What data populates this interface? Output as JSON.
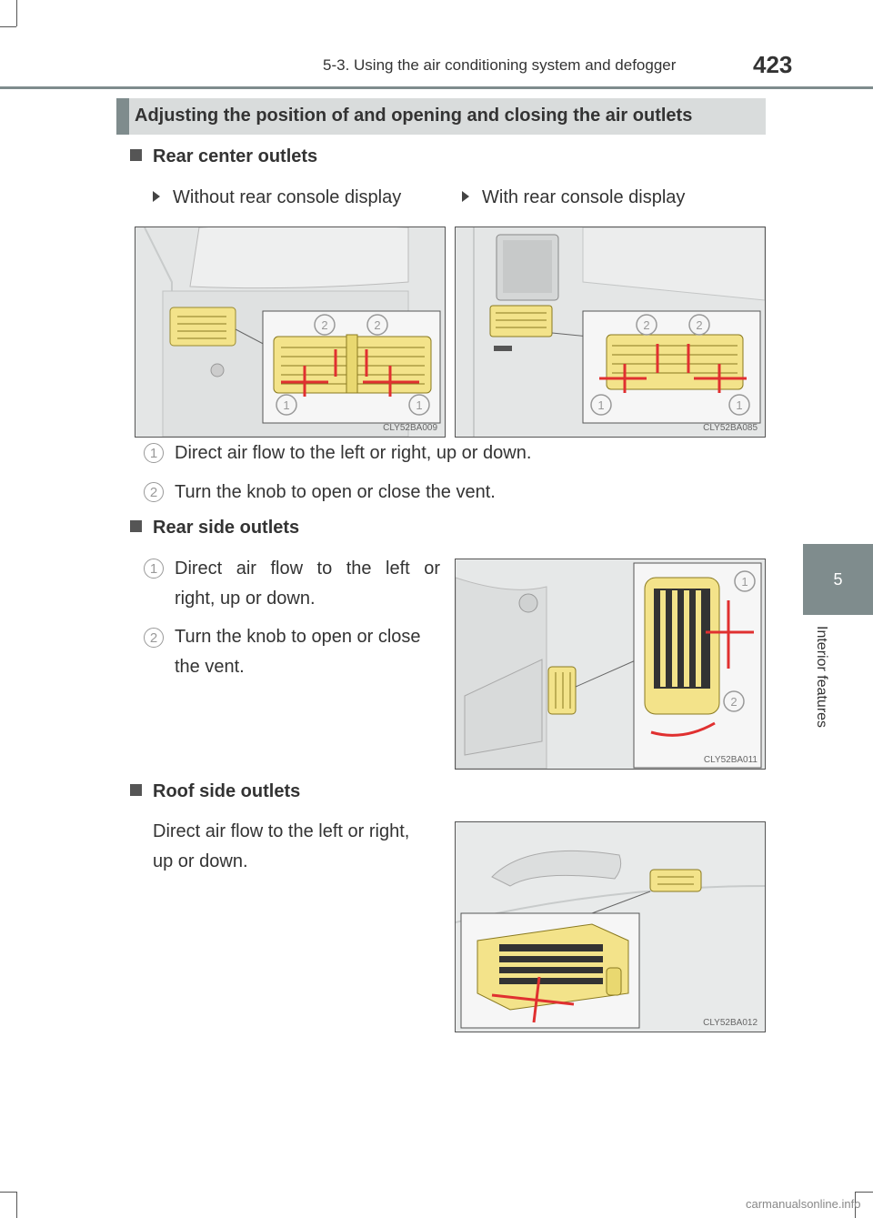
{
  "header": {
    "section": "5-3. Using the air conditioning system and defogger",
    "page_number": "423"
  },
  "side_tab": {
    "chapter_number": "5",
    "chapter_title": "Interior features"
  },
  "banner_title": "Adjusting the position of and opening and closing the air outlets",
  "rear_center": {
    "heading": "Rear center outlets",
    "variant_left": "Without rear console display",
    "variant_right": "With rear console display",
    "fig_left_code": "CLY52BA009",
    "fig_right_code": "CLY52BA085",
    "item1_num": "1",
    "item1_text": "Direct air flow to the left or right, up or down.",
    "item2_num": "2",
    "item2_text": "Turn the knob to open or close the vent."
  },
  "rear_side": {
    "heading": "Rear side outlets",
    "item1_num": "1",
    "item1_line1": "Direct air flow to the left or",
    "item1_line2": "right, up or down.",
    "item2_num": "2",
    "item2_line1": "Turn the knob to open or close",
    "item2_line2": "the vent.",
    "fig_code": "CLY52BA011"
  },
  "roof_side": {
    "heading": "Roof side outlets",
    "text_line1": "Direct air flow to the left or right,",
    "text_line2": "up or down.",
    "fig_code": "CLY52BA012"
  },
  "watermark": "carmanualsonline.info",
  "colors": {
    "accent_gray": "#7f8c8d",
    "vent_yellow": "#f3e38a",
    "arrow_red": "#e03030"
  }
}
